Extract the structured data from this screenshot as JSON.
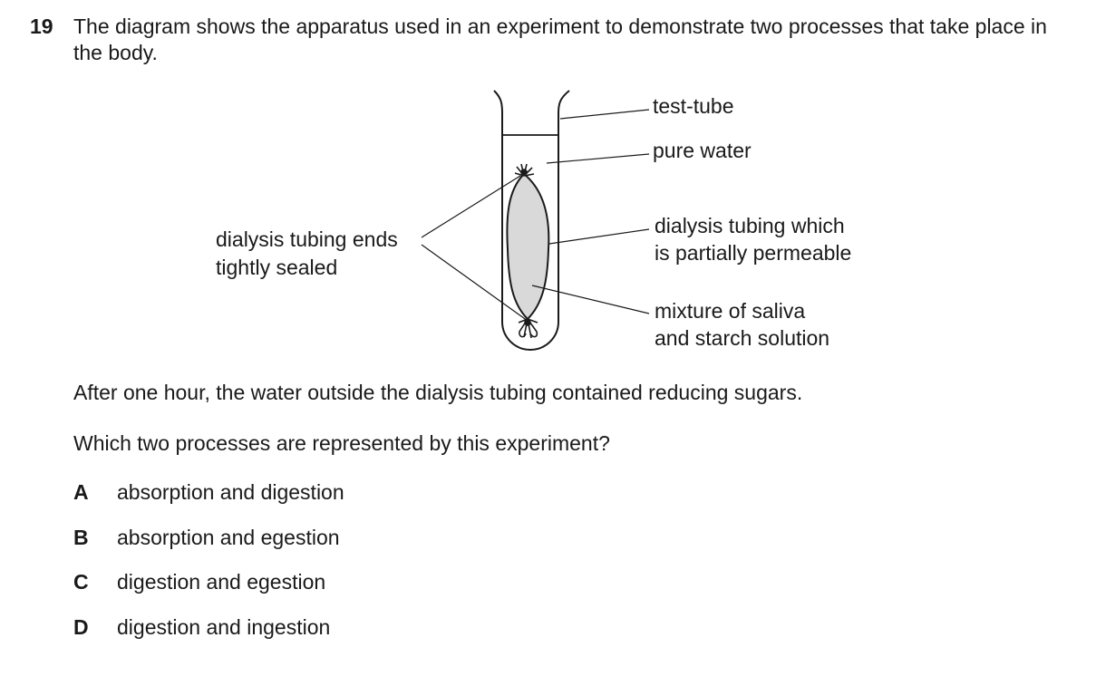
{
  "question": {
    "number": "19",
    "stem": "The diagram shows the apparatus used in an experiment to demonstrate two processes that take place in the body."
  },
  "diagram": {
    "labels": {
      "test_tube": "test-tube",
      "pure_water": "pure water",
      "dialysis_tubing_line1": "dialysis tubing which",
      "dialysis_tubing_line2": "is partially permeable",
      "mixture_line1": "mixture of saliva",
      "mixture_line2": "and starch solution",
      "ends_line1": "dialysis tubing ends",
      "ends_line2": "tightly sealed"
    },
    "colors": {
      "outline": "#1a1a1a",
      "tubing_fill": "#d9d9d9"
    }
  },
  "observation": "After one hour, the water outside the dialysis tubing contained reducing sugars.",
  "prompt": "Which two processes are represented by this experiment?",
  "options": [
    {
      "letter": "A",
      "text": "absorption and digestion"
    },
    {
      "letter": "B",
      "text": "absorption and egestion"
    },
    {
      "letter": "C",
      "text": "digestion and egestion"
    },
    {
      "letter": "D",
      "text": "digestion and ingestion"
    }
  ]
}
